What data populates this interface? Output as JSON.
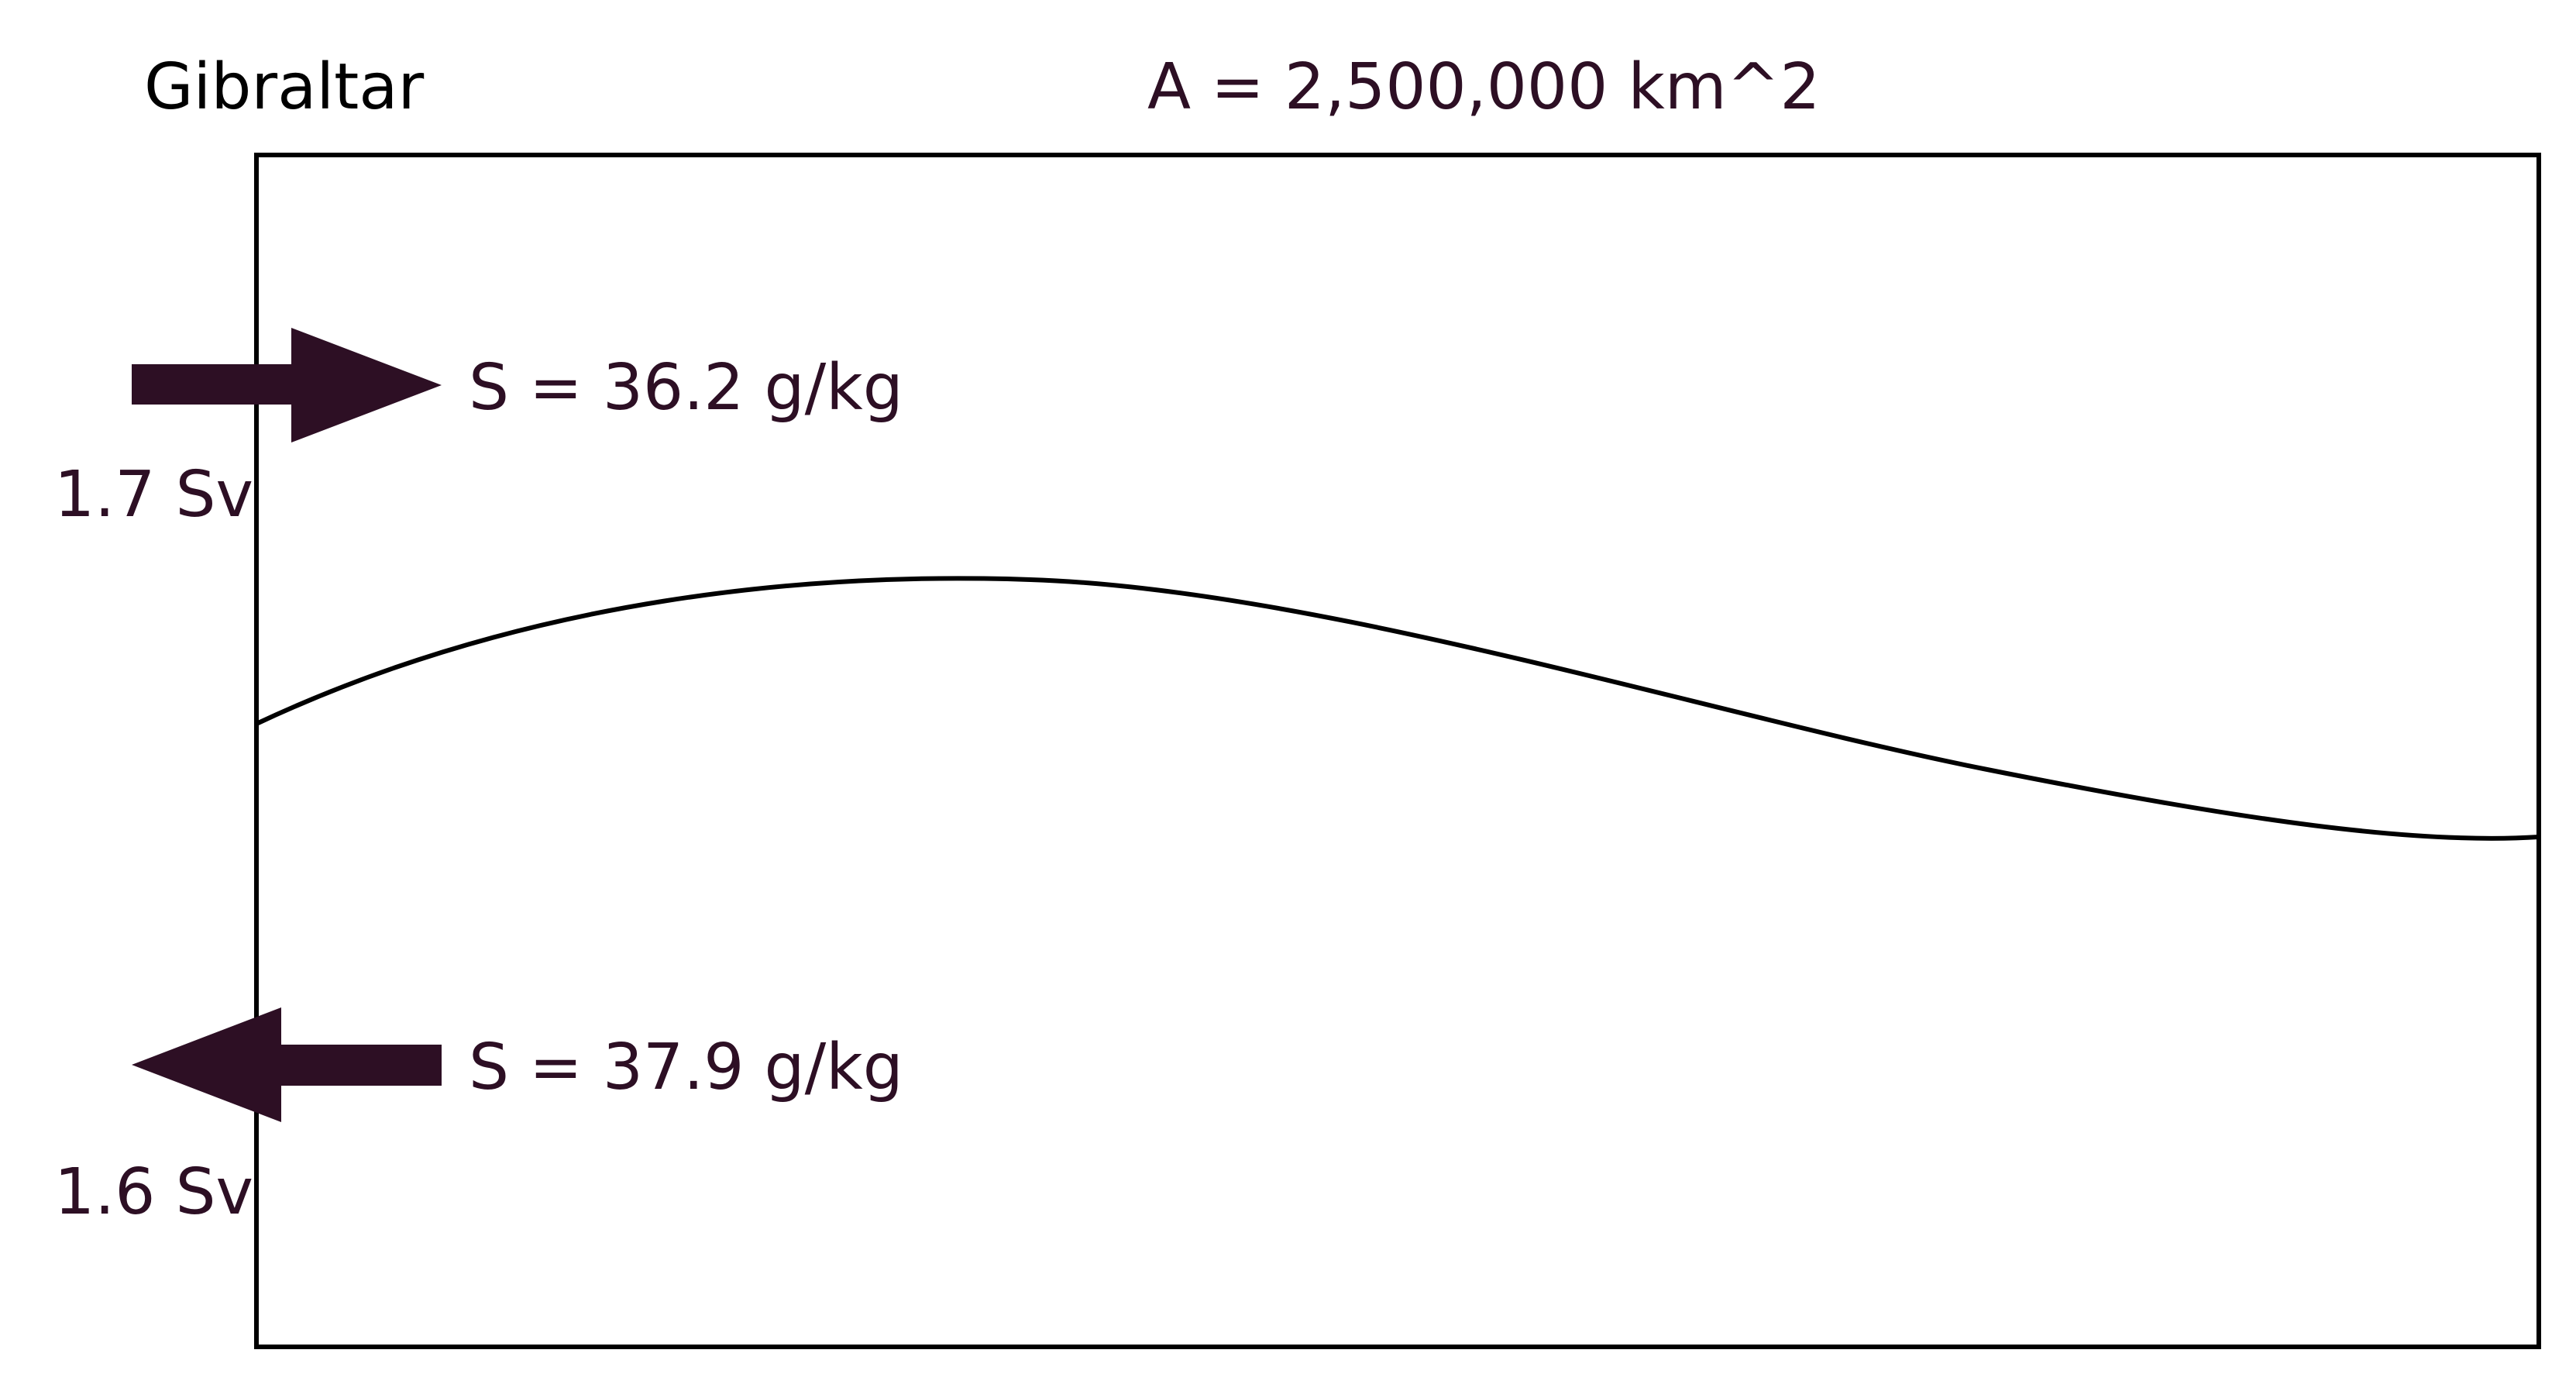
{
  "labels": {
    "location": "Gibraltar",
    "area": "A = 2,500,000 km^2",
    "inflow_salinity": "S = 36.2 g/kg",
    "inflow_transport": "1.7 Sv",
    "outflow_salinity": "S = 37.9 g/kg",
    "outflow_transport": "1.6 Sv"
  },
  "colors": {
    "text": "#2d0f24",
    "arrow": "#2d0f24",
    "outline": "#000000",
    "background": "#ffffff"
  },
  "icons": {
    "inflow_arrow": "arrow-right-icon",
    "outflow_arrow": "arrow-left-icon"
  }
}
